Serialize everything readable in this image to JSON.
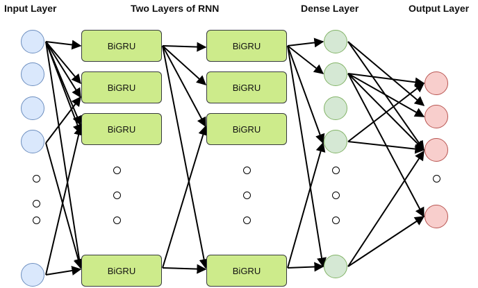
{
  "headers": {
    "input": "Input Layer",
    "rnn": "Two Layers of RNN",
    "dense": "Dense Layer",
    "output": "Output Layer"
  },
  "cell_label": "BiGRU",
  "colors": {
    "input_fill": "#dae8fc",
    "dense_fill": "#d5e8d4",
    "output_fill": "#f8cecc",
    "gru_fill": "#cdeb8b",
    "arrow": "#000000"
  }
}
